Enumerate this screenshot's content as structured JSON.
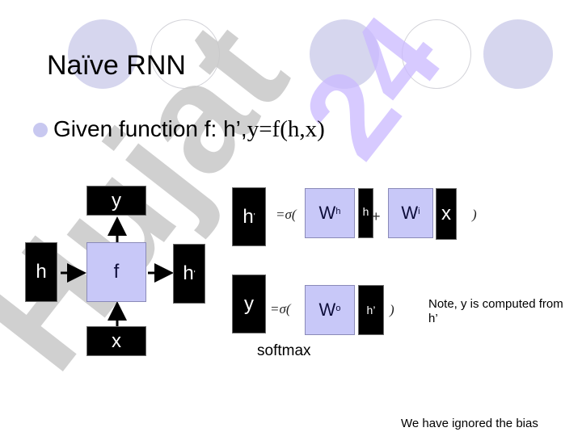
{
  "slide": {
    "title": "Naïve RNN",
    "bullet": {
      "prefix": "Given function f: h’,",
      "formula": "y=f(h,x)"
    }
  },
  "diagram": {
    "input_h": "h",
    "input_x": "x",
    "function": "f",
    "output_y": "y",
    "output_h_prime": "h",
    "output_h_prime_mark": "'"
  },
  "equation1": {
    "lhs": "h",
    "lhs_mark": "'",
    "sigma": "=σ(",
    "wh": "W",
    "wh_sup": "h",
    "h": "h",
    "plus": "+",
    "wi": "W",
    "wi_sup": "i",
    "x": "x",
    "close": ")"
  },
  "equation2": {
    "lhs": "y",
    "sigma": "=σ(",
    "wo": "W",
    "wo_sup": "o",
    "h_prime": "h’",
    "close": ")",
    "label": "softmax"
  },
  "notes": {
    "computed_from": "Note, y is computed from h’",
    "bias": "We have ignored the bias"
  },
  "watermark": {
    "text_gray": "Hujat",
    "text_purple": "24",
    "colors": {
      "gray": "#c8c8c8",
      "purple": "#c9b8ff"
    }
  },
  "colors": {
    "matrix_fill": "#c8c8f8",
    "circle_fill": "#d6d6ee",
    "bullet": "#c8c8f0"
  }
}
